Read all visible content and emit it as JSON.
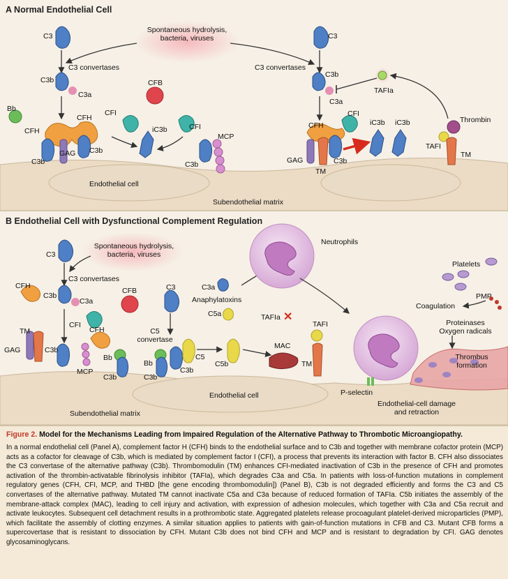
{
  "panel_a": {
    "title": "A  Normal Endothelial Cell",
    "labels": {
      "spontaneous": "Spontaneous hydrolysis,\nbacteria, viruses",
      "c3_left": "C3",
      "c3_right": "C3",
      "c3_convertases_left": "C3 convertases",
      "c3_convertases_right": "C3 convertases",
      "c3b_left": "C3b",
      "c3a_left": "C3a",
      "c3b_right": "C3b",
      "c3a_right": "C3a",
      "cfb": "CFB",
      "bb": "Bb",
      "cfh_1": "CFH",
      "cfh_2": "CFH",
      "cfh_right": "CFH",
      "gag_left": "GAG",
      "gag_right": "GAG",
      "c3b_bottom_1": "C3b",
      "c3b_bottom_2": "C3b",
      "c3b_bottom_3": "C3b",
      "c3b_bottom_right": "C3b",
      "cfi_left": "CFI",
      "cfi_mid": "CFI",
      "cfi_right": "CFI",
      "ic3b_left": "iC3b",
      "ic3b_right_1": "iC3b",
      "ic3b_right_2": "iC3b",
      "mcp": "MCP",
      "tafia": "TAFIa",
      "thrombin": "Thrombin",
      "tafi": "TAFI",
      "tm_1": "TM",
      "tm_2": "TM",
      "endothelial_cell": "Endothelial cell",
      "subendothelial_matrix": "Subendothelial matrix"
    }
  },
  "panel_b": {
    "title": "B  Endothelial Cell with Dysfunctional Complement Regulation",
    "labels": {
      "c3_1": "C3",
      "c3_2": "C3",
      "spontaneous": "Spontaneous hydrolysis,\nbacteria, viruses",
      "c3_convertases": "C3 convertases",
      "c3b_1": "C3b",
      "c3a": "C3a",
      "cfh_1": "CFH",
      "cfh_2": "CFH",
      "cfb": "CFB",
      "cfi": "CFI",
      "tm_1": "TM",
      "tm_2": "TM",
      "gag": "GAG",
      "c3b_2": "C3b",
      "mcp": "MCP",
      "c5_convertase": "C5\nconvertase",
      "bb_1": "Bb",
      "bb_2": "Bb",
      "c3b_3": "C3b",
      "c3b_4": "C3b",
      "c3b_5": "C3b",
      "c5": "C5",
      "c3a_ana": "C3a",
      "anaphylatoxins": "Anaphylatoxins",
      "c5a": "C5a",
      "neutrophils": "Neutrophils",
      "tafia": "TAFIa",
      "tafi": "TAFI",
      "c5b": "C5b",
      "mac": "MAC",
      "platelets": "Platelets",
      "pmp": "PMP",
      "coagulation": "Coagulation",
      "proteinases": "Proteinases\nOxygen radicals",
      "thrombus": "Thrombus\nformation",
      "p_selectin": "P-selectin",
      "endothelial_cell": "Endothelial cell",
      "subendothelial_matrix": "Subendothelial matrix",
      "damage": "Endothelial-cell damage\nand retraction"
    }
  },
  "caption": {
    "figure_label": "Figure 2.",
    "title": " Model for the Mechanisms Leading from Impaired Regulation of the Alternative Pathway to Thrombotic Microangiopathy.",
    "body": "In a normal endothelial cell (Panel A), complement factor H (CFH) binds to the endothelial surface and to C3b and together with membrane cofactor protein (MCP) acts as a cofactor for cleavage of C3b, which is mediated by complement factor I (CFI), a process that prevents its interaction with factor B. CFH also dissociates the C3 convertase of the alternative pathway (C3b). Thrombomodulin (TM) enhances CFI-mediated inactivation of C3b in the presence of CFH and promotes activation of the thrombin-activatable fibrinolysis inhibitor (TAFIa), which degrades C3a and C5a. In patients with loss-of-function mutations in complement regulatory genes (CFH, CFI, MCP, and THBD [the gene encoding thrombomodulin]) (Panel B), C3b is not degraded efficiently and forms the C3 and C5 convertases of the alternative pathway. Mutated TM cannot inactivate C5a and C3a because of reduced formation of TAFIa. C5b initiates the assembly of the membrane-attack complex (MAC), leading to cell injury and activation, with expression of adhesion molecules, which together with C3a and C5a recruit and activate leukocytes. Subsequent cell detachment results in a prothrombotic state. Aggregated platelets release procoagulant platelet-derived microparticles (PMP), which facilitate the assembly of clotting enzymes. A similar situation applies to patients with gain-of-function mutations in CFB and C3. Mutant CFB forms a supercovertase that is resistant to dissociation by CFH. Mutant C3b does not bind CFH and MCP and is resistant to degradation by CFI. GAG denotes glycosaminoglycans."
  },
  "colors": {
    "c3_blue": "#4f7fc4",
    "c3a_pink": "#e58fb3",
    "cfh_orange": "#f0a040",
    "cfb_red": "#e0444c",
    "cfi_teal": "#3fb3a8",
    "bb_green": "#6cbd5a",
    "gag_purple": "#8e79b8",
    "tm_orange": "#e4774a",
    "mcp_pink": "#d88fcf",
    "tafi_yellow": "#e8d84a",
    "neutrophil": "#d9a6d6",
    "membrane": "#ecdcc5",
    "caption_bg": "#f4ead7",
    "accent_red": "#c0392b"
  }
}
